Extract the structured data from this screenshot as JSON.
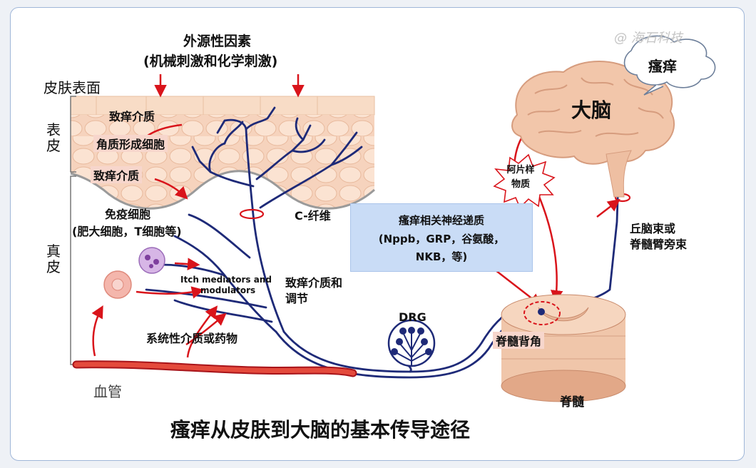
{
  "watermark": "@ 海石科技",
  "labels": {
    "external_title_1": "外源性因素",
    "external_title_2": "(机械刺激和化学刺激)",
    "skin_surface": "皮肤表面",
    "epidermis": "表皮",
    "dermis": "真皮",
    "pruritogen_1": "致痒介质",
    "keratinocyte": "角质形成细胞",
    "pruritogen_2": "致痒介质",
    "immune_cell_1": "免疫细胞",
    "immune_cell_2": "(肥大细胞，T细胞等)",
    "c_fiber": "C-纤维",
    "itch_mediators_1": "Itch mediators and",
    "itch_mediators_2": "modulators",
    "pruritogen_regulation_1": "致痒介质和",
    "pruritogen_regulation_2": "调节",
    "systemic": "系统性介质或药物",
    "blood_vessel": "血管",
    "drg": "DRG",
    "neurotransmitter_1": "瘙痒相关神经递质",
    "neurotransmitter_2": "(Nppb，GRP，谷氨酸，",
    "neurotransmitter_3": "NKB，等)",
    "opioid_1": "阿片样",
    "opioid_2": "物质",
    "itch_bubble": "瘙痒",
    "brain": "大脑",
    "tract_1": "丘脑束或",
    "tract_2": "脊髓臂旁束",
    "dorsal_horn": "脊髓背角",
    "spinal_cord": "脊髓",
    "caption": "瘙痒从皮肤到大脑的基本传导途径"
  },
  "colors": {
    "nerve": "#1e2a78",
    "arrow": "#d9141b",
    "skin": "#f6d3bd",
    "brain": "#f2c6aa",
    "box": "#c9dcf6"
  }
}
